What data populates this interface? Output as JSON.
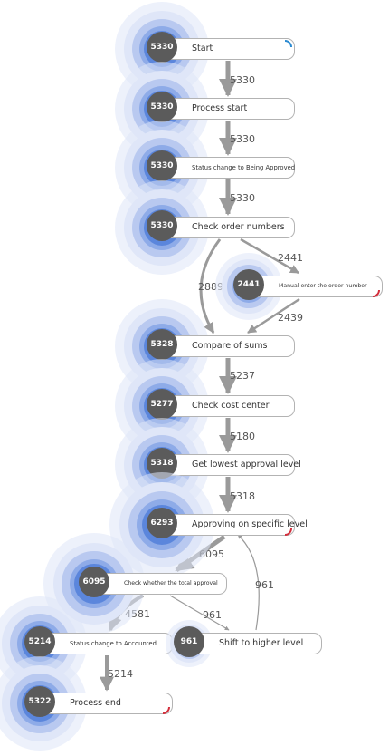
{
  "colors": {
    "node_fill": "#5b5b5b",
    "halo_outer": "#dfe6f8",
    "halo_mid": "#b9c9f0",
    "halo_inner": "#8eabe8",
    "halo_core": "#5b86dc",
    "edge": "#9a9a9a",
    "start_marker": "#2b8ad1",
    "end_marker": "#d32f3c"
  },
  "nodes": [
    {
      "id": "start",
      "label": "Start",
      "count": "5330",
      "marker": "start"
    },
    {
      "id": "process-start",
      "label": "Process start",
      "count": "5330"
    },
    {
      "id": "status-being-approved",
      "label": "Status change to Being Approved",
      "count": "5330"
    },
    {
      "id": "check-order-numbers",
      "label": "Check order numbers",
      "count": "5330"
    },
    {
      "id": "manual-enter-order-number",
      "label": "Manual enter the order number",
      "count": "2441",
      "marker": "end"
    },
    {
      "id": "compare-of-sums",
      "label": "Compare of sums",
      "count": "5328"
    },
    {
      "id": "check-cost-center",
      "label": "Check cost center",
      "count": "5277"
    },
    {
      "id": "get-lowest-approval-level",
      "label": "Get lowest approval level",
      "count": "5318"
    },
    {
      "id": "approving-specific-level",
      "label": "Approving on specific level",
      "count": "6293",
      "marker": "end"
    },
    {
      "id": "check-total-approval",
      "label": "Check whether the total approval",
      "count": "6095"
    },
    {
      "id": "status-accounted",
      "label": "Status change to Accounted",
      "count": "5214"
    },
    {
      "id": "shift-higher-level",
      "label": "Shift to higher level",
      "count": "961"
    },
    {
      "id": "process-end",
      "label": "Process end",
      "count": "5322",
      "marker": "end"
    }
  ],
  "edges": [
    {
      "from": "start",
      "to": "process-start",
      "label": "5330"
    },
    {
      "from": "process-start",
      "to": "status-being-approved",
      "label": "5330"
    },
    {
      "from": "status-being-approved",
      "to": "check-order-numbers",
      "label": "5330"
    },
    {
      "from": "check-order-numbers",
      "to": "manual-enter-order-number",
      "label": "2441"
    },
    {
      "from": "check-order-numbers",
      "to": "compare-of-sums",
      "label": "2889"
    },
    {
      "from": "manual-enter-order-number",
      "to": "compare-of-sums",
      "label": "2439"
    },
    {
      "from": "compare-of-sums",
      "to": "check-cost-center",
      "label": "5237"
    },
    {
      "from": "check-cost-center",
      "to": "get-lowest-approval-level",
      "label": "5180"
    },
    {
      "from": "get-lowest-approval-level",
      "to": "approving-specific-level",
      "label": "5318"
    },
    {
      "from": "approving-specific-level",
      "to": "check-total-approval",
      "label": "6095"
    },
    {
      "from": "check-total-approval",
      "to": "status-accounted",
      "label": "4581"
    },
    {
      "from": "check-total-approval",
      "to": "shift-higher-level",
      "label": "961"
    },
    {
      "from": "shift-higher-level",
      "to": "approving-specific-level",
      "label": "961"
    },
    {
      "from": "status-accounted",
      "to": "process-end",
      "label": "5214"
    }
  ]
}
